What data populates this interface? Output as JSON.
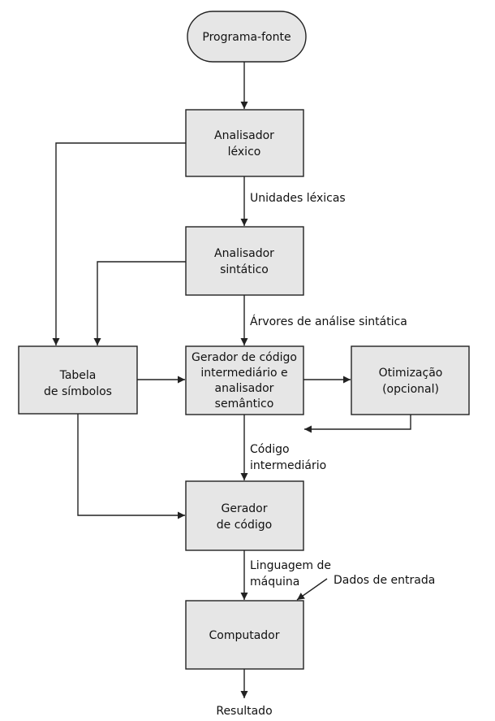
{
  "nodes": {
    "source": "Programa-fonte",
    "lexer": [
      "Analisador",
      "léxico"
    ],
    "parser": [
      "Analisador",
      "sintático"
    ],
    "symtable": [
      "Tabela",
      "de símbolos"
    ],
    "intermediate": [
      "Gerador de código",
      "intermediário e",
      "analisador",
      "semântico"
    ],
    "optimizer": [
      "Otimização",
      "(opcional)"
    ],
    "codegen": [
      "Gerador",
      "de código"
    ],
    "computer": "Computador",
    "result": "Resultado"
  },
  "edges": {
    "lexical_units": "Unidades léxicas",
    "parse_trees": "Árvores de análise sintática",
    "intermediate_code": [
      "Código",
      "intermediário"
    ],
    "machine_language": [
      "Linguagem de",
      "máquina"
    ],
    "input_data": "Dados de entrada"
  }
}
